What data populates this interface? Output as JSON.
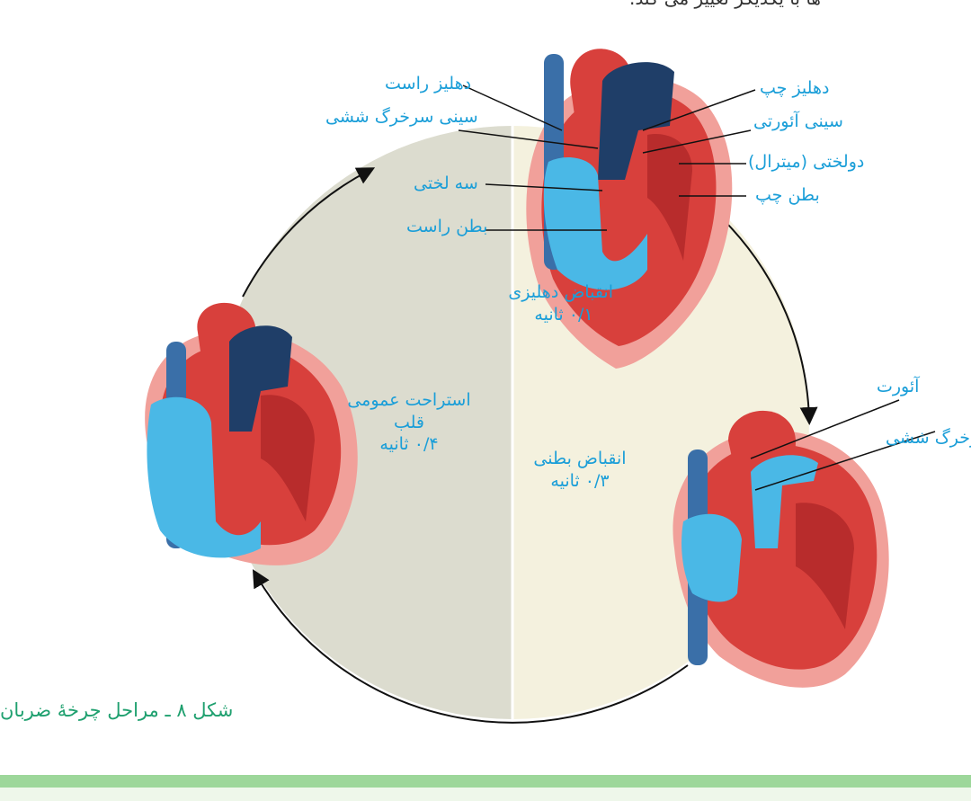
{
  "header_fragment": "ها با یکدیگر تغییر می کند. ",
  "labels": {
    "right_atrium": "دهلیز راست",
    "pulmonary_sinus": "سینی سرخرگ ششی",
    "tricuspid": "سه لختی",
    "right_ventricle": "بطن راست",
    "left_atrium": "دهلیز چپ",
    "aortic_sinus": "سینی آئورتی",
    "mitral": "دولختی (میترال)",
    "left_ventricle": "بطن چپ",
    "aorta": "آئورت",
    "pulmonary_artery": "سرخرگ ششی"
  },
  "phases": {
    "atrial": {
      "name": "انقباض دهلیزی",
      "time": "۰/۱ ثانیه"
    },
    "ventricular": {
      "name": "انقباض بطنی",
      "time": "۰/۳ ثانیه"
    },
    "rest": {
      "name": "استراحت عمومی",
      "name2": "قلب",
      "time": "۰/۴ ثانیه"
    }
  },
  "caption": "شکل ۸ ـ مراحل چرخهٔ ضربان",
  "colors": {
    "label_blue": "#1a9ed8",
    "caption_green": "#1fa06f",
    "heart_red": "#d8403c",
    "oxygen_poor_blue": "#4ab8e6",
    "vessel_navy": "#1f3e68",
    "vena_cava_blue": "#3a6fa8",
    "muscle_pink": "#f1a09a",
    "disc_grey": "#dcdccf",
    "disc_cream": "#f4f1de"
  },
  "icons": [
    "heart-illustration",
    "cycle-arrow"
  ]
}
